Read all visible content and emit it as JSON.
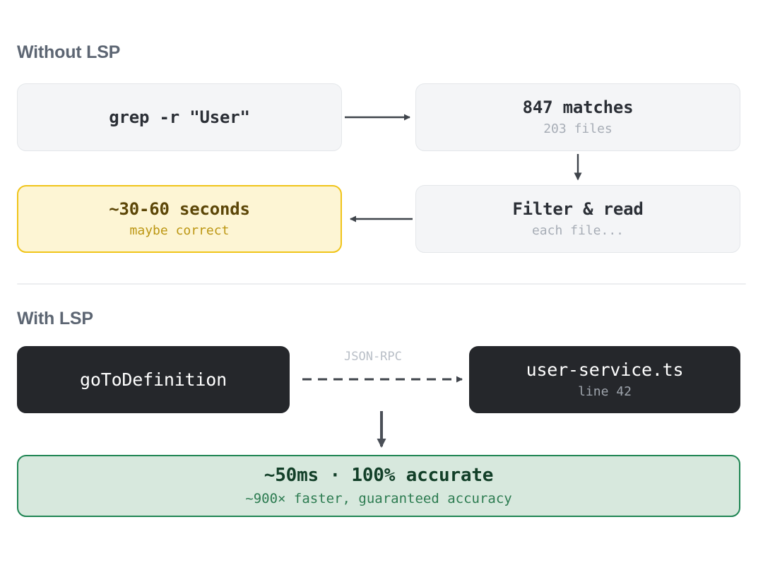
{
  "page": {
    "background": "#ffffff",
    "divider_color": "#eceef0"
  },
  "sections": {
    "without_lsp": {
      "title": "Without LSP",
      "nodes": {
        "grep": {
          "main": "grep -r \"User\"",
          "sub": ""
        },
        "matches": {
          "main": "847 matches",
          "sub": "203 files"
        },
        "filter": {
          "main": "Filter & read",
          "sub": "each file..."
        },
        "timing": {
          "main": "~30-60 seconds",
          "sub": "maybe correct"
        }
      }
    },
    "with_lsp": {
      "title": "With LSP",
      "nodes": {
        "goto": {
          "main": "goToDefinition",
          "sub": ""
        },
        "file": {
          "main": "user-service.ts",
          "sub": "line 42"
        },
        "result": {
          "main": "~50ms · 100% accurate",
          "sub": "~900× faster, guaranteed accuracy"
        }
      },
      "edges": {
        "jsonrpc_label": "JSON-RPC"
      }
    }
  },
  "colors": {
    "neutral_fill": "#f4f5f7",
    "neutral_border": "#e4e7ea",
    "warn_fill": "#fdf5d4",
    "warn_border": "#f0c419",
    "warn_text": "#5c4607",
    "warn_subtext": "#bc9612",
    "dark_fill": "#25272b",
    "dark_text": "#ffffff",
    "dark_subtext": "#9ea4ac",
    "success_fill": "#d7e8dd",
    "success_border": "#1f8553",
    "success_text": "#123f28",
    "success_subtext": "#2d7c51",
    "arrow": "#3f444b",
    "title_text": "#5d6673",
    "edge_label": "#b9bfc7"
  }
}
